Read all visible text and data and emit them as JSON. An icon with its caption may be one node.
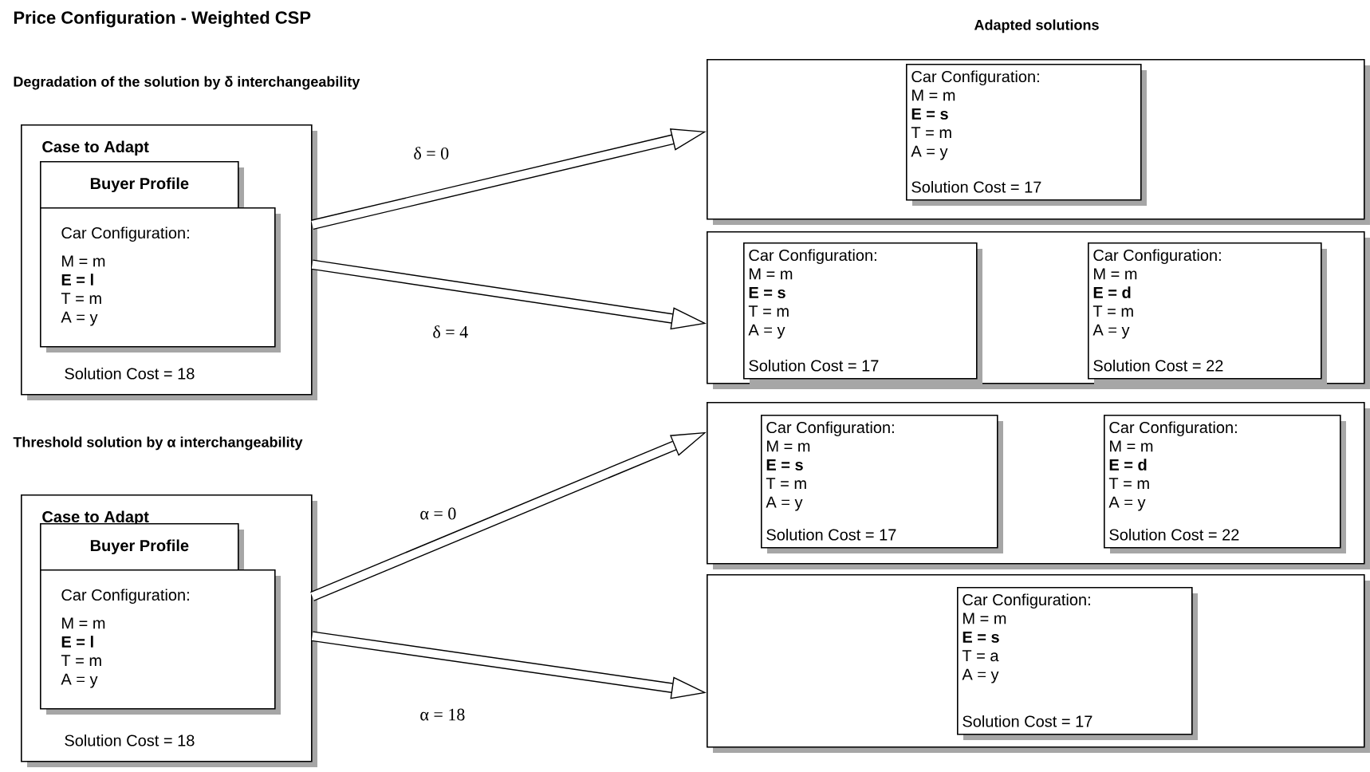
{
  "diagram": {
    "title": "Price Configuration - Weighted CSP",
    "nodes": [
      {
        "text": [
          "Case to Adapt",
          "Solution Cost = 18"
        ]
      },
      {
        "text": [
          "Buyer Profile"
        ],
        "in": 0
      },
      {
        "text": [
          "Car Configuration:",
          "M = m",
          "E = l",
          "T = m",
          "A = y"
        ],
        "in": 0
      },
      {
        "text": [],
        "shape": "box"
      },
      {
        "text": [
          "Car Configuration:",
          "M = m",
          "E = s",
          "T = m",
          "A = y",
          "Solution Cost = 17"
        ],
        "in": 3
      },
      {
        "text": [],
        "shape": "box"
      },
      {
        "text": [
          "Car Configuration:",
          "M = m",
          "E = s",
          "T = m",
          "A = y",
          "Solution Cost = 17"
        ],
        "in": 5
      },
      {
        "text": [
          "Car Configuration:",
          "M = m",
          "E = d",
          "T = m",
          "A = y",
          "Solution Cost = 22"
        ],
        "in": 5
      },
      {
        "text": [
          "Case to Adapt",
          "Solution Cost = 18"
        ]
      },
      {
        "text": [
          "Buyer Profile"
        ],
        "in": 8
      },
      {
        "text": [
          "Car Configuration:",
          "M = m",
          "E = l",
          "T = m",
          "A = y"
        ],
        "in": 8
      },
      {
        "text": [],
        "shape": "box"
      },
      {
        "text": [
          "Car Configuration:",
          "M = m",
          "E = s",
          "T = m",
          "A = y",
          "Solution Cost = 17"
        ],
        "in": 11
      },
      {
        "text": [
          "Car Configuration:",
          "M = m",
          "E = d",
          "T = m",
          "A = y",
          "Solution Cost = 22"
        ],
        "in": 11
      },
      {
        "text": [],
        "shape": "box"
      },
      {
        "text": [
          "Car Configuration:",
          "M = m",
          "E = s",
          "T = a",
          "A = y",
          "Solution Cost = 17"
        ],
        "in": 14
      }
    ],
    "edges": [
      {
        "from": 0,
        "to": 3,
        "arrow": "to",
        "label": "δ = 0"
      },
      {
        "from": 0,
        "to": 5,
        "arrow": "to",
        "label": "δ = 4"
      },
      {
        "from": 8,
        "to": 11,
        "arrow": "to",
        "label": "α = 0"
      },
      {
        "from": 8,
        "to": 14,
        "arrow": "to",
        "label": "α = 18"
      }
    ],
    "labels": [
      "Adapted solutions",
      "Degradation of the solution by δ interchangeability",
      "Threshold solution by α interchangeability"
    ]
  }
}
